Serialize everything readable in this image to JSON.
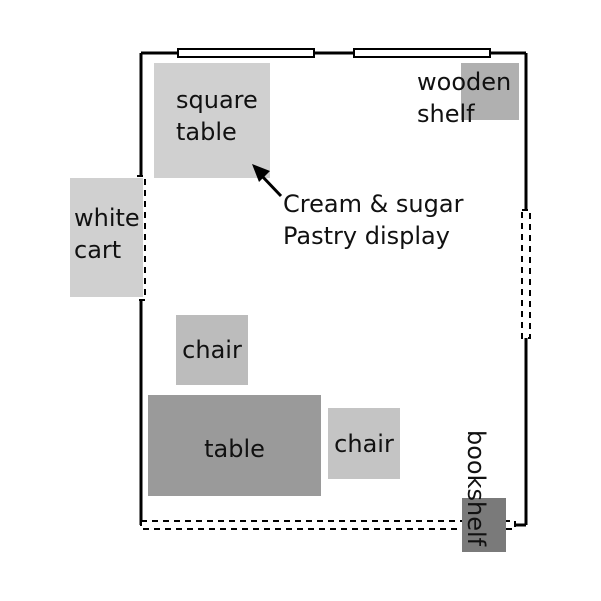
{
  "colors": {
    "wall": "#000000",
    "light_furniture": "#d0d0d0",
    "mid_furniture": "#bcbcbc",
    "dark_furniture": "#9a9a9a",
    "shelf_gray": "#b0b0b0",
    "bookshelf_gray": "#7a7a7a",
    "background": "#ffffff"
  },
  "labels": {
    "square_table": [
      "square",
      "table"
    ],
    "wooden_shelf": [
      "wooden",
      "shelf"
    ],
    "white_cart": [
      "white",
      "cart"
    ],
    "chair_top": "chair",
    "chair_right": "chair",
    "table": "table",
    "bookshelf": "bookshelf",
    "annotation": [
      "Cream & sugar",
      "Pastry display"
    ]
  },
  "icons": {
    "pointer_arrow": "arrow-pointing-up-left"
  }
}
